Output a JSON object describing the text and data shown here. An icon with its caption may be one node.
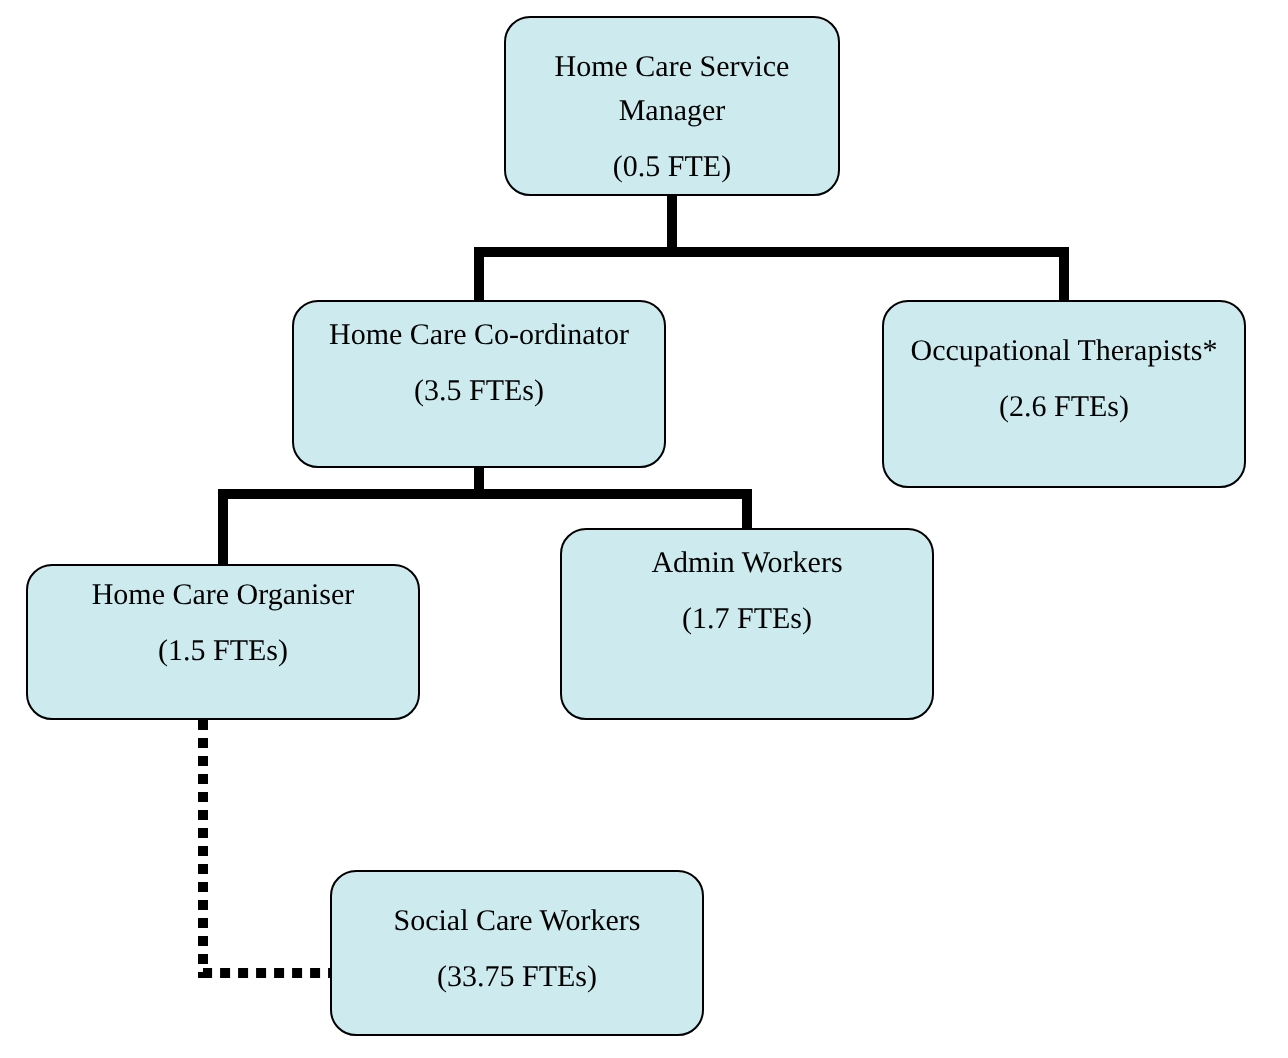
{
  "diagram": {
    "nodes": [
      {
        "text": [
          "Home Care Service Manager",
          "(0.5 FTE)"
        ]
      },
      {
        "text": [
          "Home Care Co-ordinator",
          "(3.5 FTEs)"
        ]
      },
      {
        "text": [
          "Occupational Therapists*",
          "(2.6 FTEs)"
        ]
      },
      {
        "text": [
          "Home Care Organiser",
          "(1.5 FTEs)"
        ]
      },
      {
        "text": [
          "Admin Workers",
          "(1.7 FTEs)"
        ]
      },
      {
        "text": [
          "Social Care Workers",
          "(33.75 FTEs)"
        ]
      }
    ],
    "edges": [
      {
        "from": 0,
        "to": 1,
        "arrow": "none"
      },
      {
        "from": 0,
        "to": 2,
        "arrow": "none"
      },
      {
        "from": 1,
        "to": 3,
        "arrow": "none"
      },
      {
        "from": 1,
        "to": 4,
        "arrow": "none"
      },
      {
        "from": 3,
        "to": 5,
        "arrow": "none",
        "style": "dashed"
      }
    ]
  }
}
